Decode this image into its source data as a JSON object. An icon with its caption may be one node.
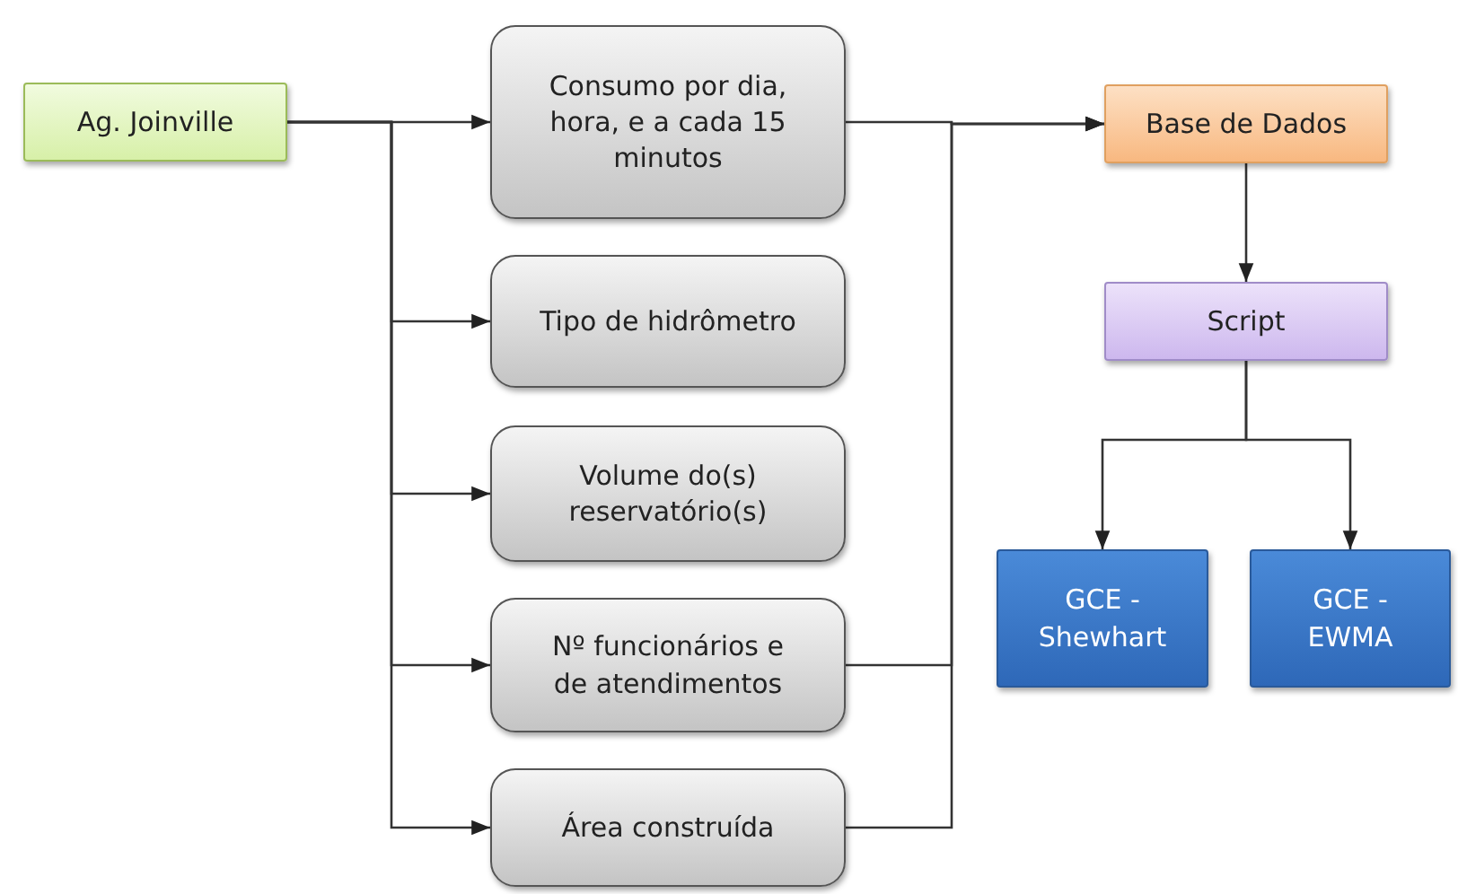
{
  "diagram": {
    "nodes": [
      {
        "text": [
          "Ag. Joinville"
        ]
      },
      {
        "text": [
          "Consumo por dia, hora, e a cada 15 minutos"
        ]
      },
      {
        "text": [
          "Tipo de hidrômetro"
        ]
      },
      {
        "text": [
          "Volume do(s) reservatório(s)"
        ]
      },
      {
        "text": [
          "Nº funcionários e de atendimentos"
        ]
      },
      {
        "text": [
          "Área construída"
        ]
      },
      {
        "text": [
          "Base de Dados"
        ]
      },
      {
        "text": [
          "Script"
        ]
      },
      {
        "text": [
          "GCE - Shewhart"
        ]
      },
      {
        "text": [
          "GCE - EWMA"
        ]
      }
    ],
    "edges": [
      {
        "from": 0,
        "to": 1,
        "arrow": "to"
      },
      {
        "from": 0,
        "to": 2,
        "arrow": "to"
      },
      {
        "from": 0,
        "to": 3,
        "arrow": "to"
      },
      {
        "from": 0,
        "to": 4,
        "arrow": "to"
      },
      {
        "from": 0,
        "to": 5,
        "arrow": "to"
      },
      {
        "from": 1,
        "to": 6,
        "arrow": "to"
      },
      {
        "from": 4,
        "to": 6,
        "arrow": "to"
      },
      {
        "from": 5,
        "to": 6,
        "arrow": "to"
      },
      {
        "from": 6,
        "to": 7,
        "arrow": "to"
      },
      {
        "from": 7,
        "to": 8,
        "arrow": "to"
      },
      {
        "from": 7,
        "to": 9,
        "arrow": "to"
      }
    ]
  }
}
